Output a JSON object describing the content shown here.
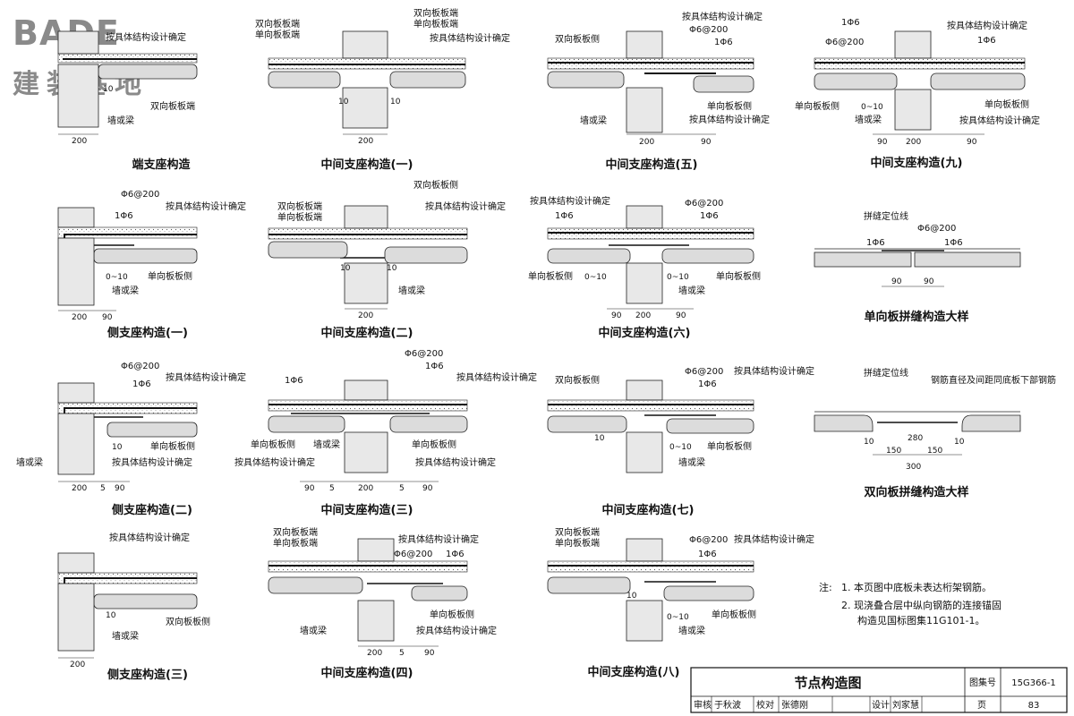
{
  "logo": {
    "en": "BADE",
    "cn": "建装基地"
  },
  "labels": {
    "by_design": "按具体结构设计确定",
    "wall_beam": "墙或梁",
    "two_way_end": "双向板板端",
    "one_way_end": "单向板板端",
    "two_way_side": "双向板板侧",
    "one_way_side": "单向板板侧",
    "bar_1phi6": "1Φ6",
    "bar_phi6at200": "Φ6@200",
    "seam_pos": "拼缝定位线",
    "seam_bar": "钢筋直径及间距同底板下部钢筋",
    "range_0_10": "0~10"
  },
  "dims": {
    "d200": "200",
    "d90": "90",
    "d10": "10",
    "d5": "5",
    "d150": "150",
    "d280": "280",
    "d300": "300"
  },
  "captions": {
    "c_end": "端支座构造",
    "c_mid1": "中间支座构造(一)",
    "c_mid2": "中间支座构造(二)",
    "c_mid3": "中间支座构造(三)",
    "c_mid4": "中间支座构造(四)",
    "c_mid5": "中间支座构造(五)",
    "c_mid6": "中间支座构造(六)",
    "c_mid7": "中间支座构造(七)",
    "c_mid8": "中间支座构造(八)",
    "c_mid9": "中间支座构造(九)",
    "c_side1": "侧支座构造(一)",
    "c_side2": "侧支座构造(二)",
    "c_side3": "侧支座构造(三)",
    "c_seam1": "单向板拼缝构造大样",
    "c_seam2": "双向板拼缝构造大样"
  },
  "notes": {
    "prefix": "注:",
    "n1": "1.  本页图中底板未表达桁架钢筋。",
    "n2a": "2.  现浇叠合层中纵向钢筋的连接锚固",
    "n2b": "构造见国标图集11G101-1。"
  },
  "titleblock": {
    "title": "节点构造图",
    "atlas_label": "图集号",
    "atlas_no": "15G366-1",
    "page_label": "页",
    "page_no": "83",
    "review": "审核",
    "reviewer": "于秋波",
    "check": "校对",
    "checker": "张德刚",
    "design": "设计",
    "designer": "刘家慧"
  }
}
